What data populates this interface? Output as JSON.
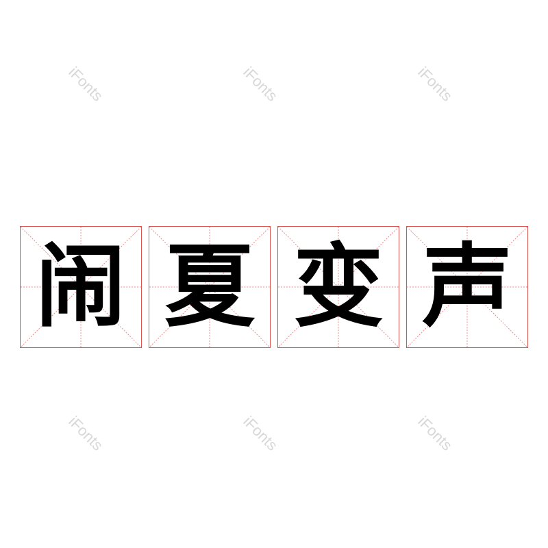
{
  "watermark": "iFonts",
  "characters": [
    "闹",
    "夏",
    "变",
    "声"
  ],
  "colors": {
    "grid": "#d9534f",
    "glyph": "#000000",
    "watermark": "#d8d8d8"
  }
}
